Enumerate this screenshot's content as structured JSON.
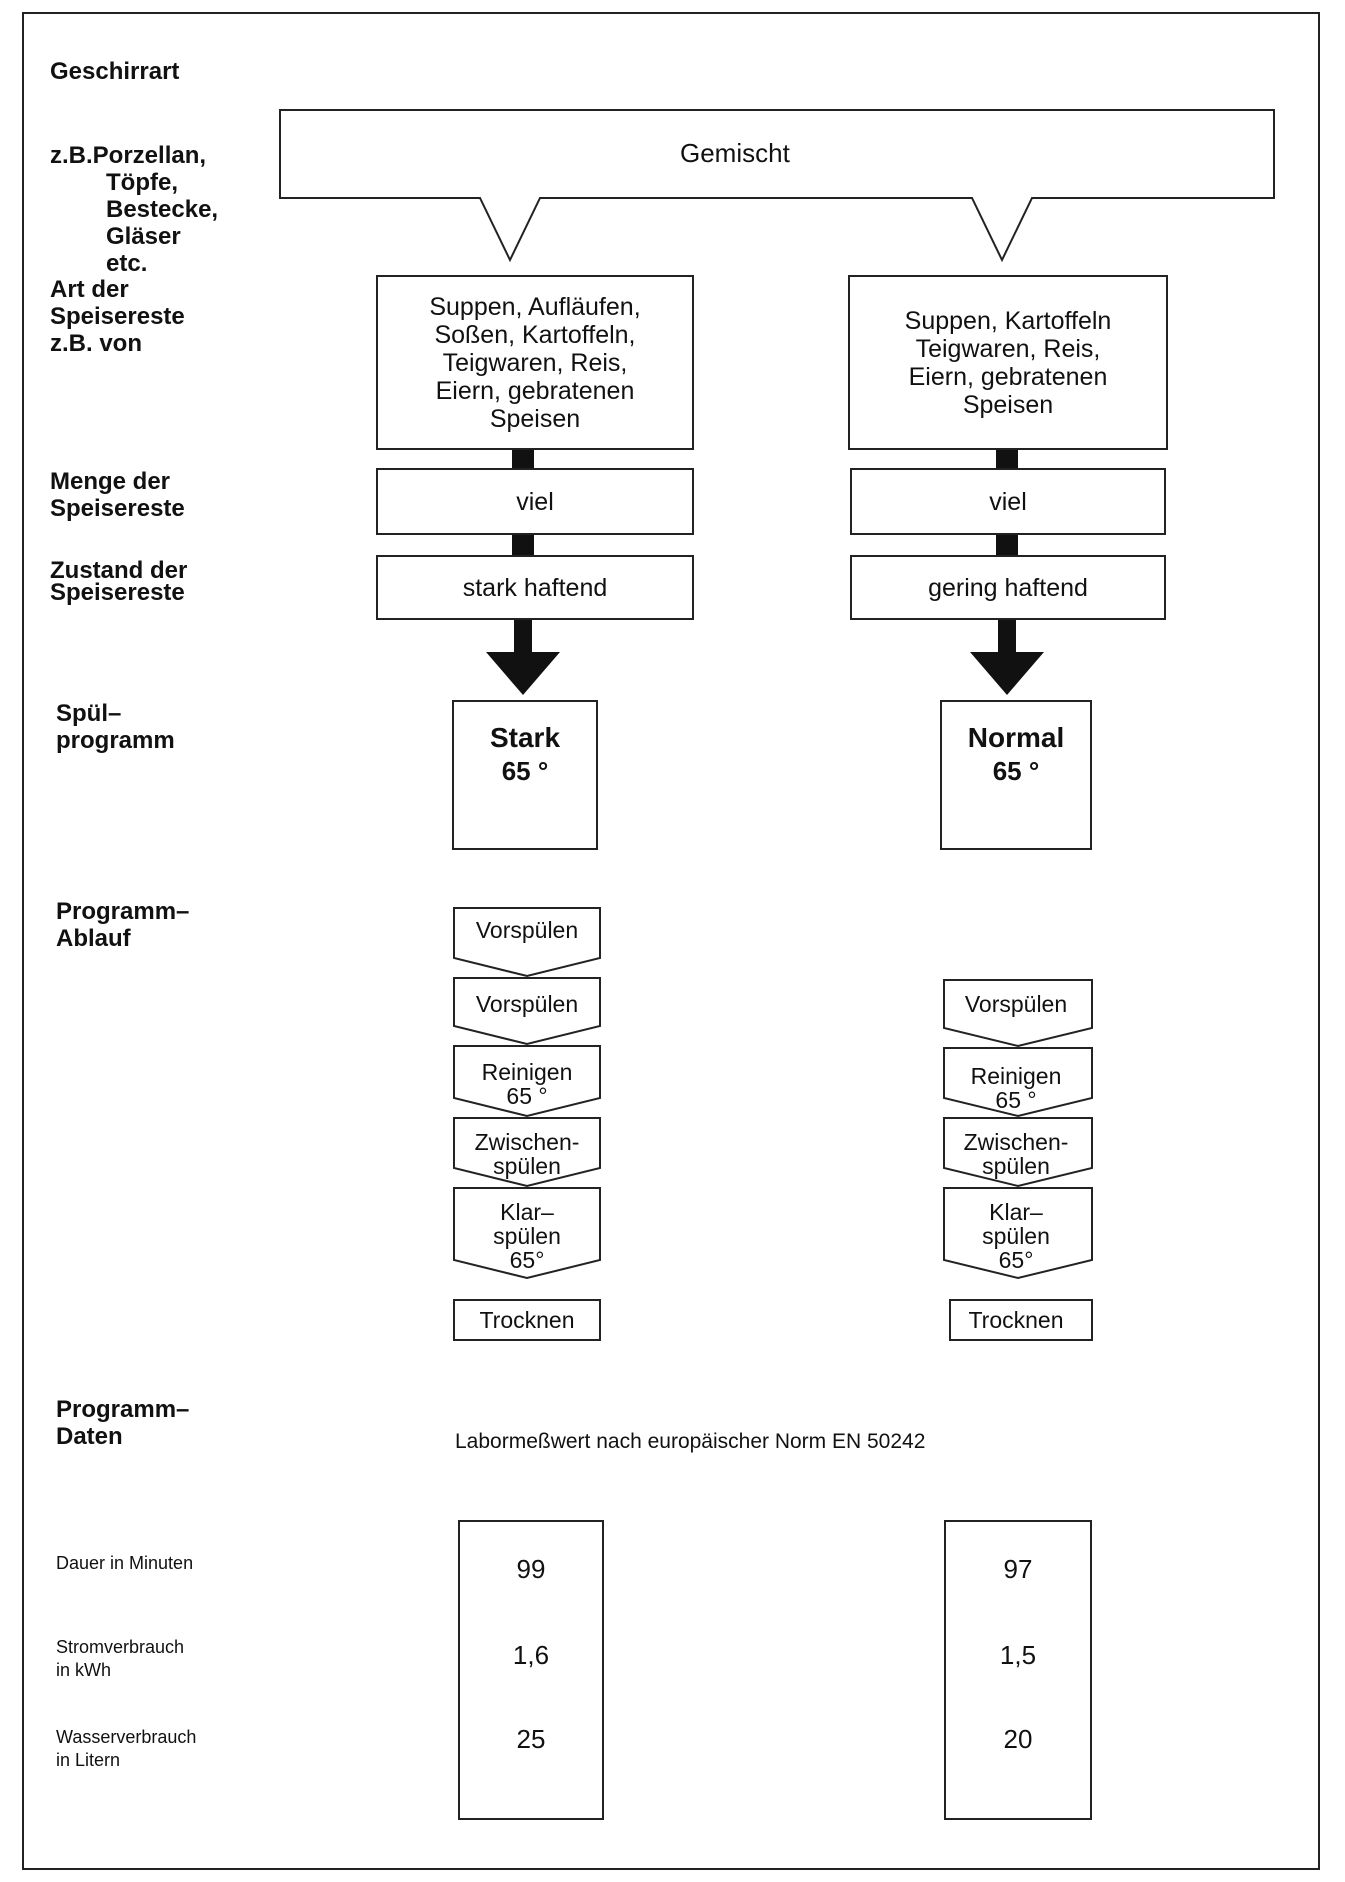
{
  "labels": {
    "geschirrart": "Geschirrart",
    "geschirrart_examples": "z.B.Porzellan,\nTöpfe,\nBestecke,\nGläser\netc.",
    "art": "Art der\nSpeisereste\nz.B. von",
    "menge": "Menge der\nSpeisereste",
    "zustand": "Zustand der\nSpeisereste",
    "programm": "Spül–\nprogramm",
    "ablauf": "Programm–\nAblauf",
    "daten": "Programm–\nDaten",
    "dauer": "Dauer in Minuten",
    "strom": "Stromverbrauch\nin kWh",
    "wasser": "Wasserverbrauch\nin Litern"
  },
  "top_box": "Gemischt",
  "columns": [
    {
      "speisereste": "Suppen, Aufläufen,\nSoßen, Kartoffeln,\nTeigwaren, Reis,\nEiern, gebratenen\nSpeisen",
      "menge": "viel",
      "zustand": "stark haftend",
      "program_name": "Stark",
      "program_temp": "65 °",
      "program_icon": "pot-icon",
      "steps": [
        "Vorspülen",
        "Vorspülen",
        "Reinigen\n65 °",
        "Zwischen-\nspülen",
        "Klar–\nspülen\n65°",
        "Trocknen"
      ],
      "dauer": "99",
      "strom": "1,6",
      "wasser": "25"
    },
    {
      "speisereste": "Suppen, Kartoffeln\nTeigwaren, Reis,\nEiern, gebratenen\nSpeisen",
      "menge": "viel",
      "zustand": "gering haftend",
      "program_name": "Normal",
      "program_temp": "65 °",
      "program_icon": "stacked-dishes-icon",
      "steps": [
        "Vorspülen",
        "Reinigen\n65 °",
        "Zwischen-\nspülen",
        "Klar–\nspülen\n65°",
        "Trocknen"
      ],
      "dauer": "97",
      "strom": "1,5",
      "wasser": "20"
    }
  ],
  "norm_text": "Labormeßwert nach europäischer Norm EN 50242"
}
